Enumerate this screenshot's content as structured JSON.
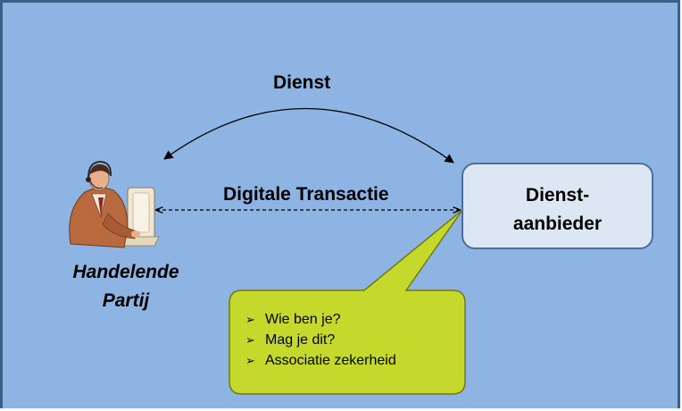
{
  "diagram": {
    "service_label": "Dienst",
    "transaction_label": "Digitale Transactie",
    "provider": {
      "line1": "Dienst-",
      "line2": "aanbieder"
    },
    "party": {
      "line1": "Handelende",
      "line2": "Partij"
    },
    "callout_items": [
      {
        "bullet": "➢",
        "text": "Wie ben je?"
      },
      {
        "bullet": "➢",
        "text": "Mag je dit?"
      },
      {
        "bullet": "➢",
        "text": "Associatie zekerheid"
      }
    ],
    "colors": {
      "background": "#8eb4e3",
      "border": "#3b5f86",
      "provider_fill": "#dde6f3",
      "callout_fill": "#c4d92b"
    },
    "icons": [
      "person-at-computer-icon"
    ]
  }
}
